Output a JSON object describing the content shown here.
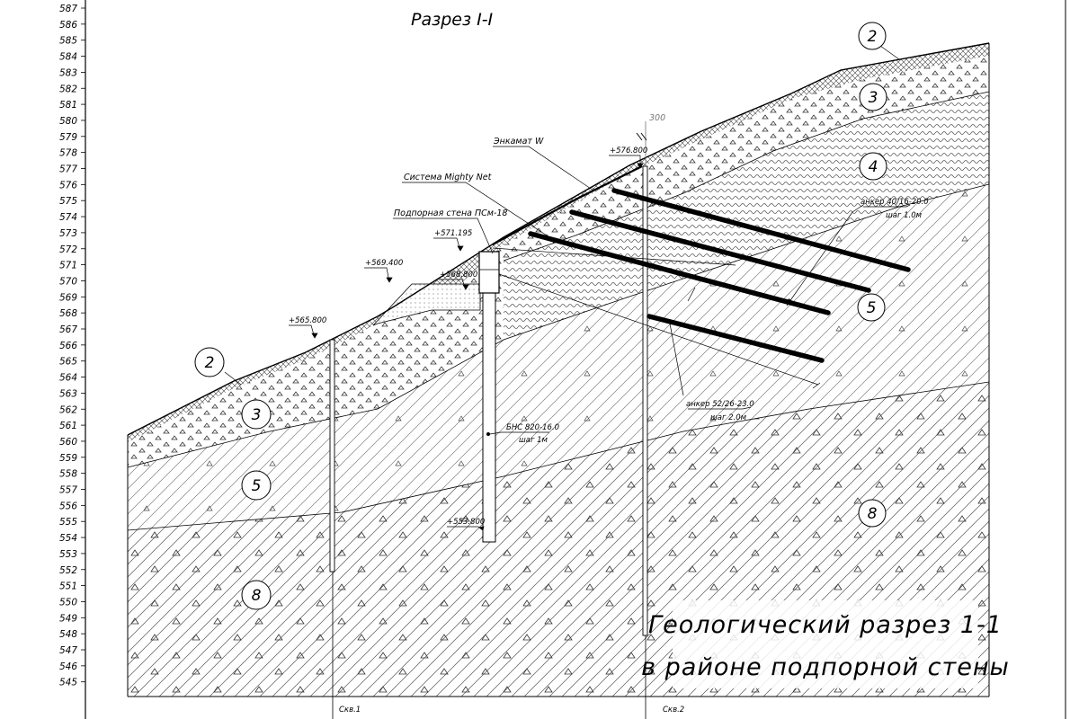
{
  "section_title": "Разрез I-I",
  "elevation_scale": [
    "587",
    "586",
    "585",
    "584",
    "583",
    "582",
    "581",
    "580",
    "579",
    "578",
    "577",
    "576",
    "575",
    "574",
    "573",
    "572",
    "571",
    "570",
    "569",
    "568",
    "567",
    "566",
    "565",
    "564",
    "563",
    "562",
    "561",
    "560",
    "559",
    "558",
    "557",
    "556",
    "555",
    "554",
    "553",
    "552",
    "551",
    "550",
    "549",
    "548",
    "547",
    "546",
    "545"
  ],
  "labels": {
    "enkamat": "Энкамат W",
    "mighty_net": "Система Mighty Net",
    "retaining_wall": "Подпорная стена  ПСм-18",
    "anchor_upper_1": "анкер 40/16-20.0",
    "anchor_upper_2": "шаг 1.0м",
    "anchor_lower_1": "анкер 52/26-23.0",
    "anchor_lower_2": "шаг 2.0м",
    "pile_1": "БНС 820-16.0",
    "pile_2": "шаг 1м",
    "dimension_300": "300"
  },
  "elevations": {
    "e576800": "+576.800",
    "e571195": "+571.195",
    "e569400": "+569.400",
    "e568800": "+568.800",
    "e565800": "+565.800",
    "e553800": "+553.800"
  },
  "layers": {
    "l2a": "2",
    "l3a": "3",
    "l4": "4",
    "l5a": "5",
    "l8a": "8",
    "l2b": "2",
    "l3b": "3",
    "l5b": "5",
    "l8b": "8"
  },
  "boreholes": {
    "skv1": "Скв.1",
    "skv2": "Скв.2"
  },
  "title_block": {
    "line1": "Геологический разрез 1-1",
    "line2": "в районе подпорной стены"
  }
}
